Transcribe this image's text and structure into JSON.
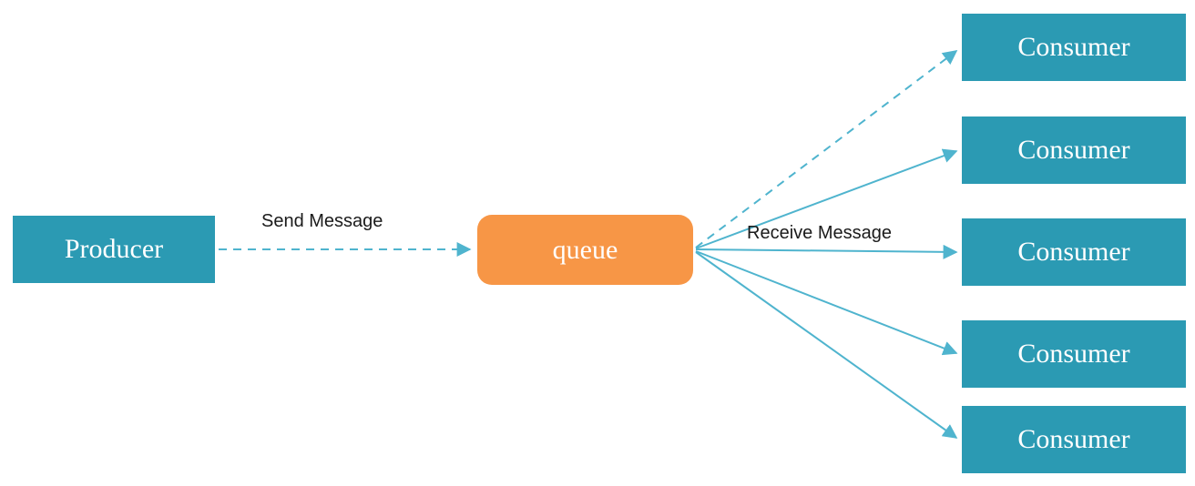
{
  "diagram": {
    "type": "message-queue-flow",
    "nodes": {
      "producer": {
        "label": "Producer"
      },
      "queue": {
        "label": "queue"
      },
      "consumers": [
        {
          "label": "Consumer"
        },
        {
          "label": "Consumer"
        },
        {
          "label": "Consumer"
        },
        {
          "label": "Consumer"
        },
        {
          "label": "Consumer"
        }
      ]
    },
    "edges": {
      "send": {
        "label": "Send Message",
        "from": "producer",
        "to": "queue",
        "style": "dashed"
      },
      "receive": {
        "label": "Receive Message",
        "from": "queue",
        "to": "consumers",
        "styles": [
          "dashed",
          "solid",
          "solid",
          "solid",
          "solid"
        ]
      }
    },
    "colors": {
      "node_fill_teal": "#2B9AB3",
      "queue_fill_orange": "#F79646",
      "arrow_stroke": "#4FB4CE",
      "node_text": "#FFFFFF",
      "edge_label_text": "#1A1A1A",
      "background": "#FFFFFF"
    }
  }
}
